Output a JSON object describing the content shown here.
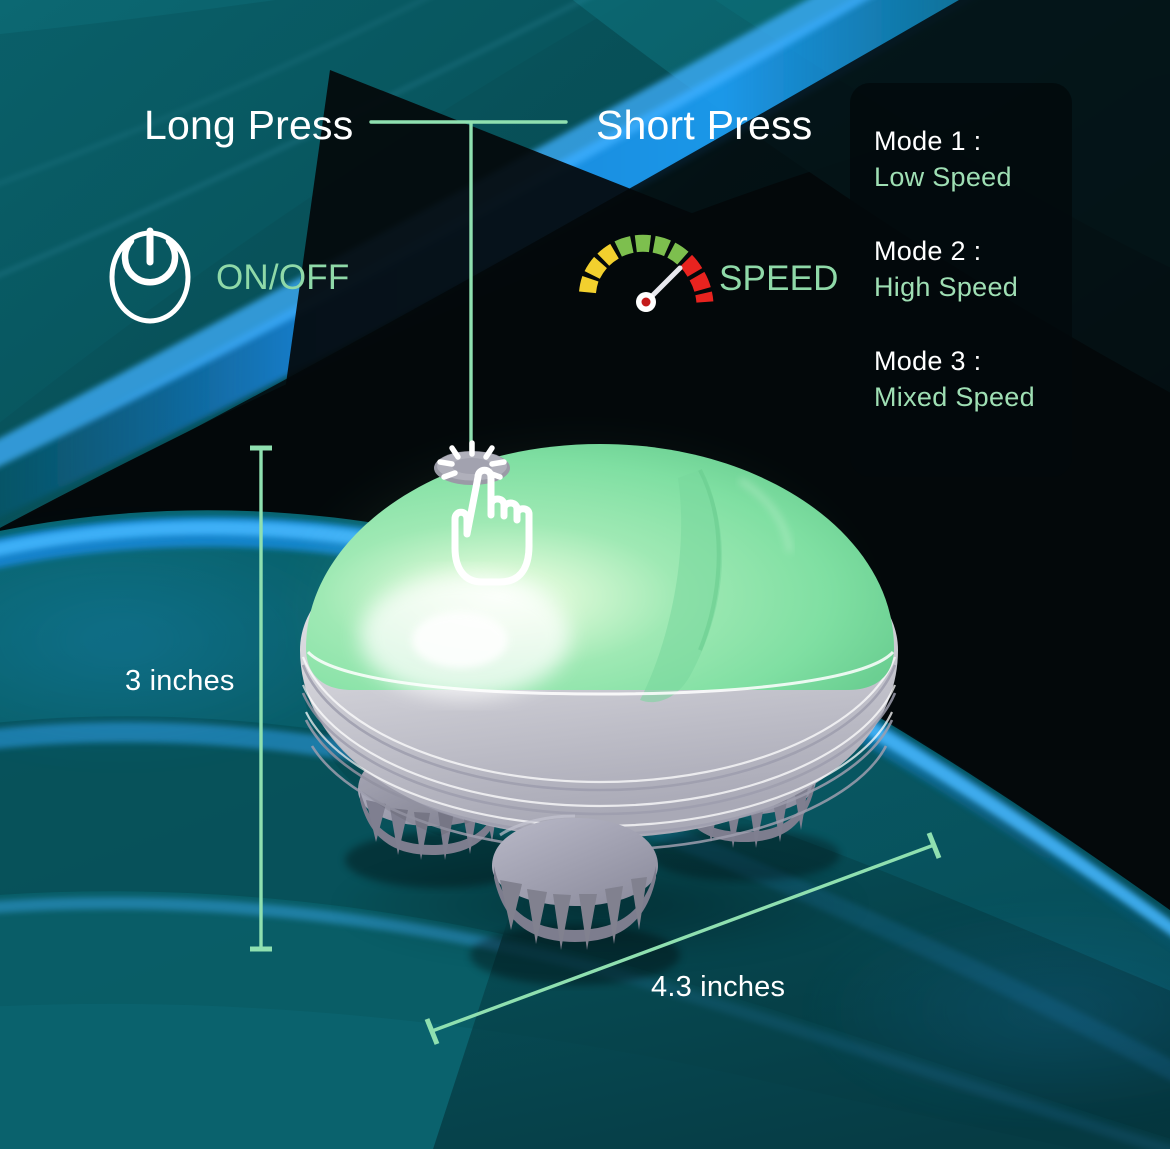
{
  "controls": {
    "long_press": {
      "title": "Long Press",
      "function_label": "ON/OFF",
      "icon": "power-icon"
    },
    "short_press": {
      "title": "Short Press",
      "function_label": "SPEED",
      "icon": "speed-gauge-icon"
    }
  },
  "modes": {
    "items": [
      {
        "title": "Mode 1 :",
        "value": "Low Speed"
      },
      {
        "title": "Mode 2 :",
        "value": "High Speed"
      },
      {
        "title": "Mode 3 :",
        "value": "Mixed Speed"
      }
    ]
  },
  "dimensions": {
    "height": "3 inches",
    "width": "4.3 inches"
  },
  "product": {
    "button_icon": "tap-button-icon",
    "hand_icon": "pointing-hand-icon",
    "dome_color": "#8fe3ad",
    "body_color": "#d8d8dd",
    "node_color": "#8a8a99"
  },
  "colors": {
    "accent_green": "#9fdfb4",
    "line_green": "#8fe0b0",
    "white": "#ffffff",
    "background_teal": "#0b5f66",
    "background_blue": "#1478c8",
    "background_dark": "#04090b",
    "gauge_yellow": "#f2d02e",
    "gauge_green": "#7dbf4e",
    "gauge_red": "#e8231f"
  }
}
